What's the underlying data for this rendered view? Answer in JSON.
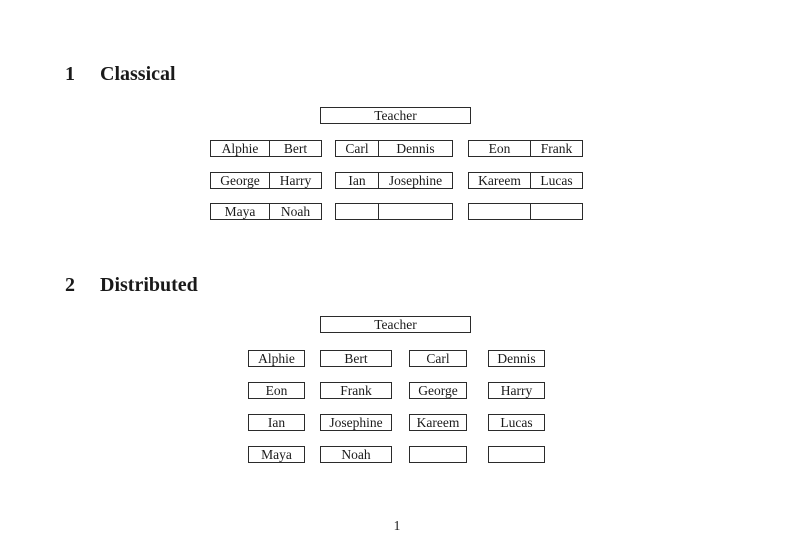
{
  "page_number": "1",
  "classical": {
    "heading_number": "1",
    "heading_title": "Classical",
    "teacher": "Teacher",
    "rows": [
      {
        "pairs": [
          {
            "left": "Alphie",
            "right": "Bert"
          },
          {
            "left": "Carl",
            "right": "Dennis"
          },
          {
            "left": "Eon",
            "right": "Frank"
          }
        ]
      },
      {
        "pairs": [
          {
            "left": "George",
            "right": "Harry"
          },
          {
            "left": "Ian",
            "right": "Josephine"
          },
          {
            "left": "Kareem",
            "right": "Lucas"
          }
        ]
      },
      {
        "pairs": [
          {
            "left": "Maya",
            "right": "Noah"
          },
          {
            "left": "",
            "right": ""
          },
          {
            "left": "",
            "right": ""
          }
        ]
      }
    ]
  },
  "distributed": {
    "heading_number": "2",
    "heading_title": "Distributed",
    "teacher": "Teacher",
    "rows": [
      {
        "seats": [
          "Alphie",
          "Bert",
          "Carl",
          "Dennis"
        ]
      },
      {
        "seats": [
          "Eon",
          "Frank",
          "George",
          "Harry"
        ]
      },
      {
        "seats": [
          "Ian",
          "Josephine",
          "Kareem",
          "Lucas"
        ]
      },
      {
        "seats": [
          "Maya",
          "Noah",
          "",
          ""
        ]
      }
    ]
  }
}
